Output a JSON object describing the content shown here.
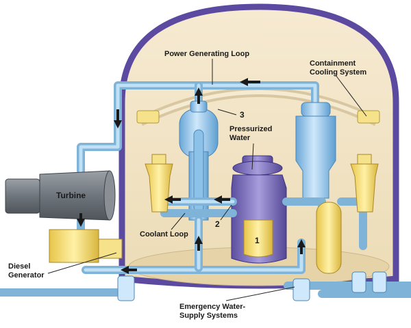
{
  "labels": {
    "power_loop": "Power Generating Loop",
    "containment_cooling_line1": "Containment",
    "containment_cooling_line2": "Cooling System",
    "pressurized_water_line1": "Pressurized",
    "pressurized_water_line2": "Water",
    "turbine": "Turbine",
    "coolant_loop": "Coolant Loop",
    "diesel_line1": "Diesel",
    "diesel_line2": "Generator",
    "emergency_line1": "Emergency Water-",
    "emergency_line2": "Supply Systems",
    "num_1": "1",
    "num_2": "2",
    "num_3": "3"
  },
  "colors": {
    "dome_outline": "#5b4aa0",
    "dome_fill": "#f3e6c8",
    "pipe_blue": "#7fb3d8",
    "vessel_purple": "#7a6fb8",
    "fuel_yellow": "#f4d96a",
    "turbine_gray": "#8a8f96"
  }
}
